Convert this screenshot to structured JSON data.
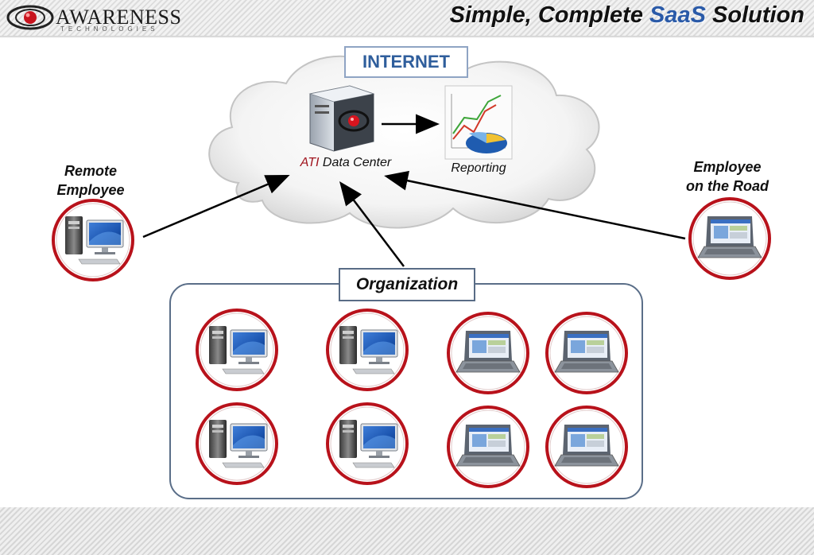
{
  "header": {
    "logo_word": "AWARENESS",
    "logo_sub": "TECHNOLOGIES",
    "title_part1": "Simple, Complete ",
    "title_accent": "SaaS",
    "title_part2": " Solution"
  },
  "cloud": {
    "internet_label": "INTERNET",
    "datacenter_prefix": "ATI",
    "datacenter_label": " Data Center",
    "reporting_label": "Reporting"
  },
  "remote": {
    "label_line1": "Remote",
    "label_line2": "Employee"
  },
  "road": {
    "label_line1": "Employee",
    "label_line2": "on the Road"
  },
  "organization": {
    "label": "Organization"
  },
  "colors": {
    "accent": "#2a5aa8",
    "ring": "#b8121b",
    "brand_red": "#a0141e",
    "internet_text": "#2f5e9c"
  },
  "icons": [
    "desktop-computer-icon",
    "laptop-icon",
    "server-icon",
    "chart-icon"
  ]
}
